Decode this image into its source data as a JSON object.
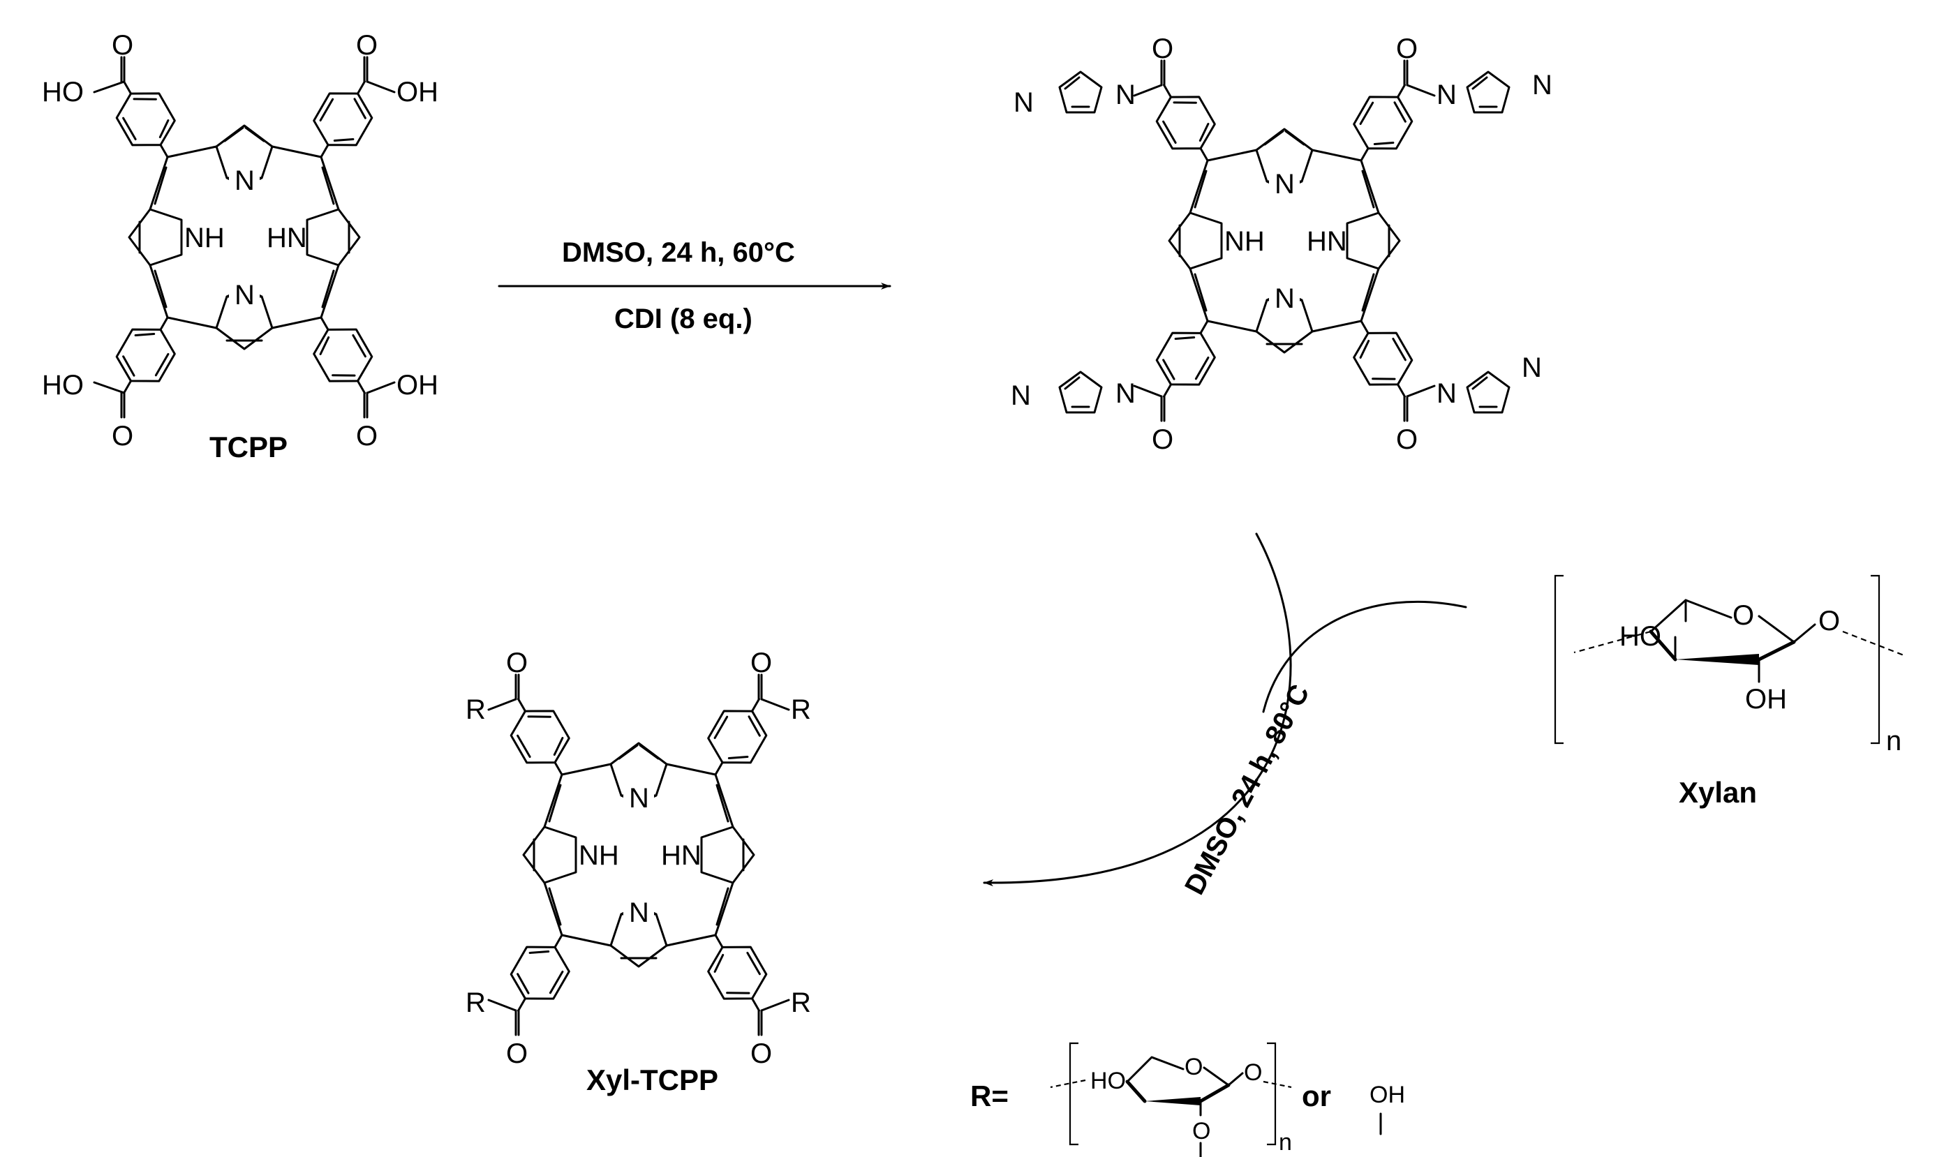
{
  "compounds": {
    "tcpp": {
      "label": "TCPP"
    },
    "xyl_tcpp": {
      "label": "Xyl-TCPP"
    },
    "xylan": {
      "label": "Xylan",
      "repeat": "n"
    }
  },
  "reactions": {
    "step1": {
      "condition_top": "DMSO, 24 h, 60°C",
      "condition_bottom": "CDI (8 eq.)"
    },
    "step2": {
      "condition": "DMSO, 24 h, 80°C"
    }
  },
  "r_group": {
    "prefix": "R=",
    "joiner": "or",
    "repeat": "n",
    "alt": "OH"
  },
  "atoms": {
    "hydroxyl": "HO",
    "hydroxyl_r": "OH",
    "oxygen": "O",
    "nitrogen": "N",
    "amine": "NH",
    "amine_r": "HN",
    "r": "R"
  }
}
